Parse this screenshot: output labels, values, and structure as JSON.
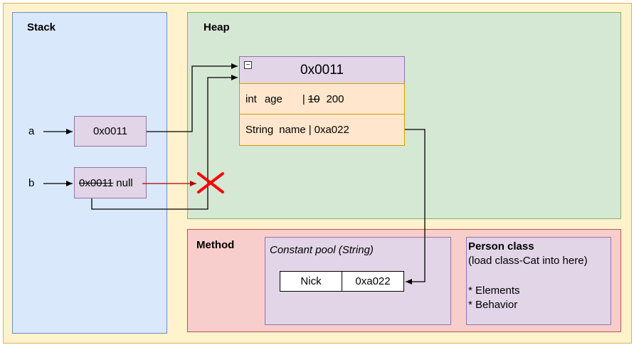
{
  "sections": {
    "stack": "Stack",
    "heap": "Heap",
    "method": "Method"
  },
  "stack": {
    "var_a": {
      "name": "a",
      "value": "0x0011"
    },
    "var_b": {
      "name": "b",
      "old_value": "0x0011",
      "new_value": "null"
    }
  },
  "heap_object": {
    "address": "0x0011",
    "fields": [
      {
        "type": "int",
        "name": "age",
        "old_value": "10",
        "value": "200"
      },
      {
        "type": "String",
        "name": "name",
        "value": "0xa022"
      }
    ]
  },
  "constant_pool": {
    "title": "Constant pool (String)",
    "entry_value": "Nick",
    "entry_address": "0xa022"
  },
  "person_class": {
    "title": "Person class",
    "subtitle": "(load class-Cat into here)",
    "items": [
      "* Elements",
      "* Behavior"
    ]
  },
  "colors": {
    "outer": "#fff2cc",
    "stack": "#dae8fc",
    "heap": "#d5e8d4",
    "method": "#f8cecc",
    "purple": "#e1d5e7",
    "orange": "#ffe6cc",
    "broken_link": "#e00000"
  },
  "icons": [
    "collapse-icon",
    "broken-reference-x-icon"
  ]
}
